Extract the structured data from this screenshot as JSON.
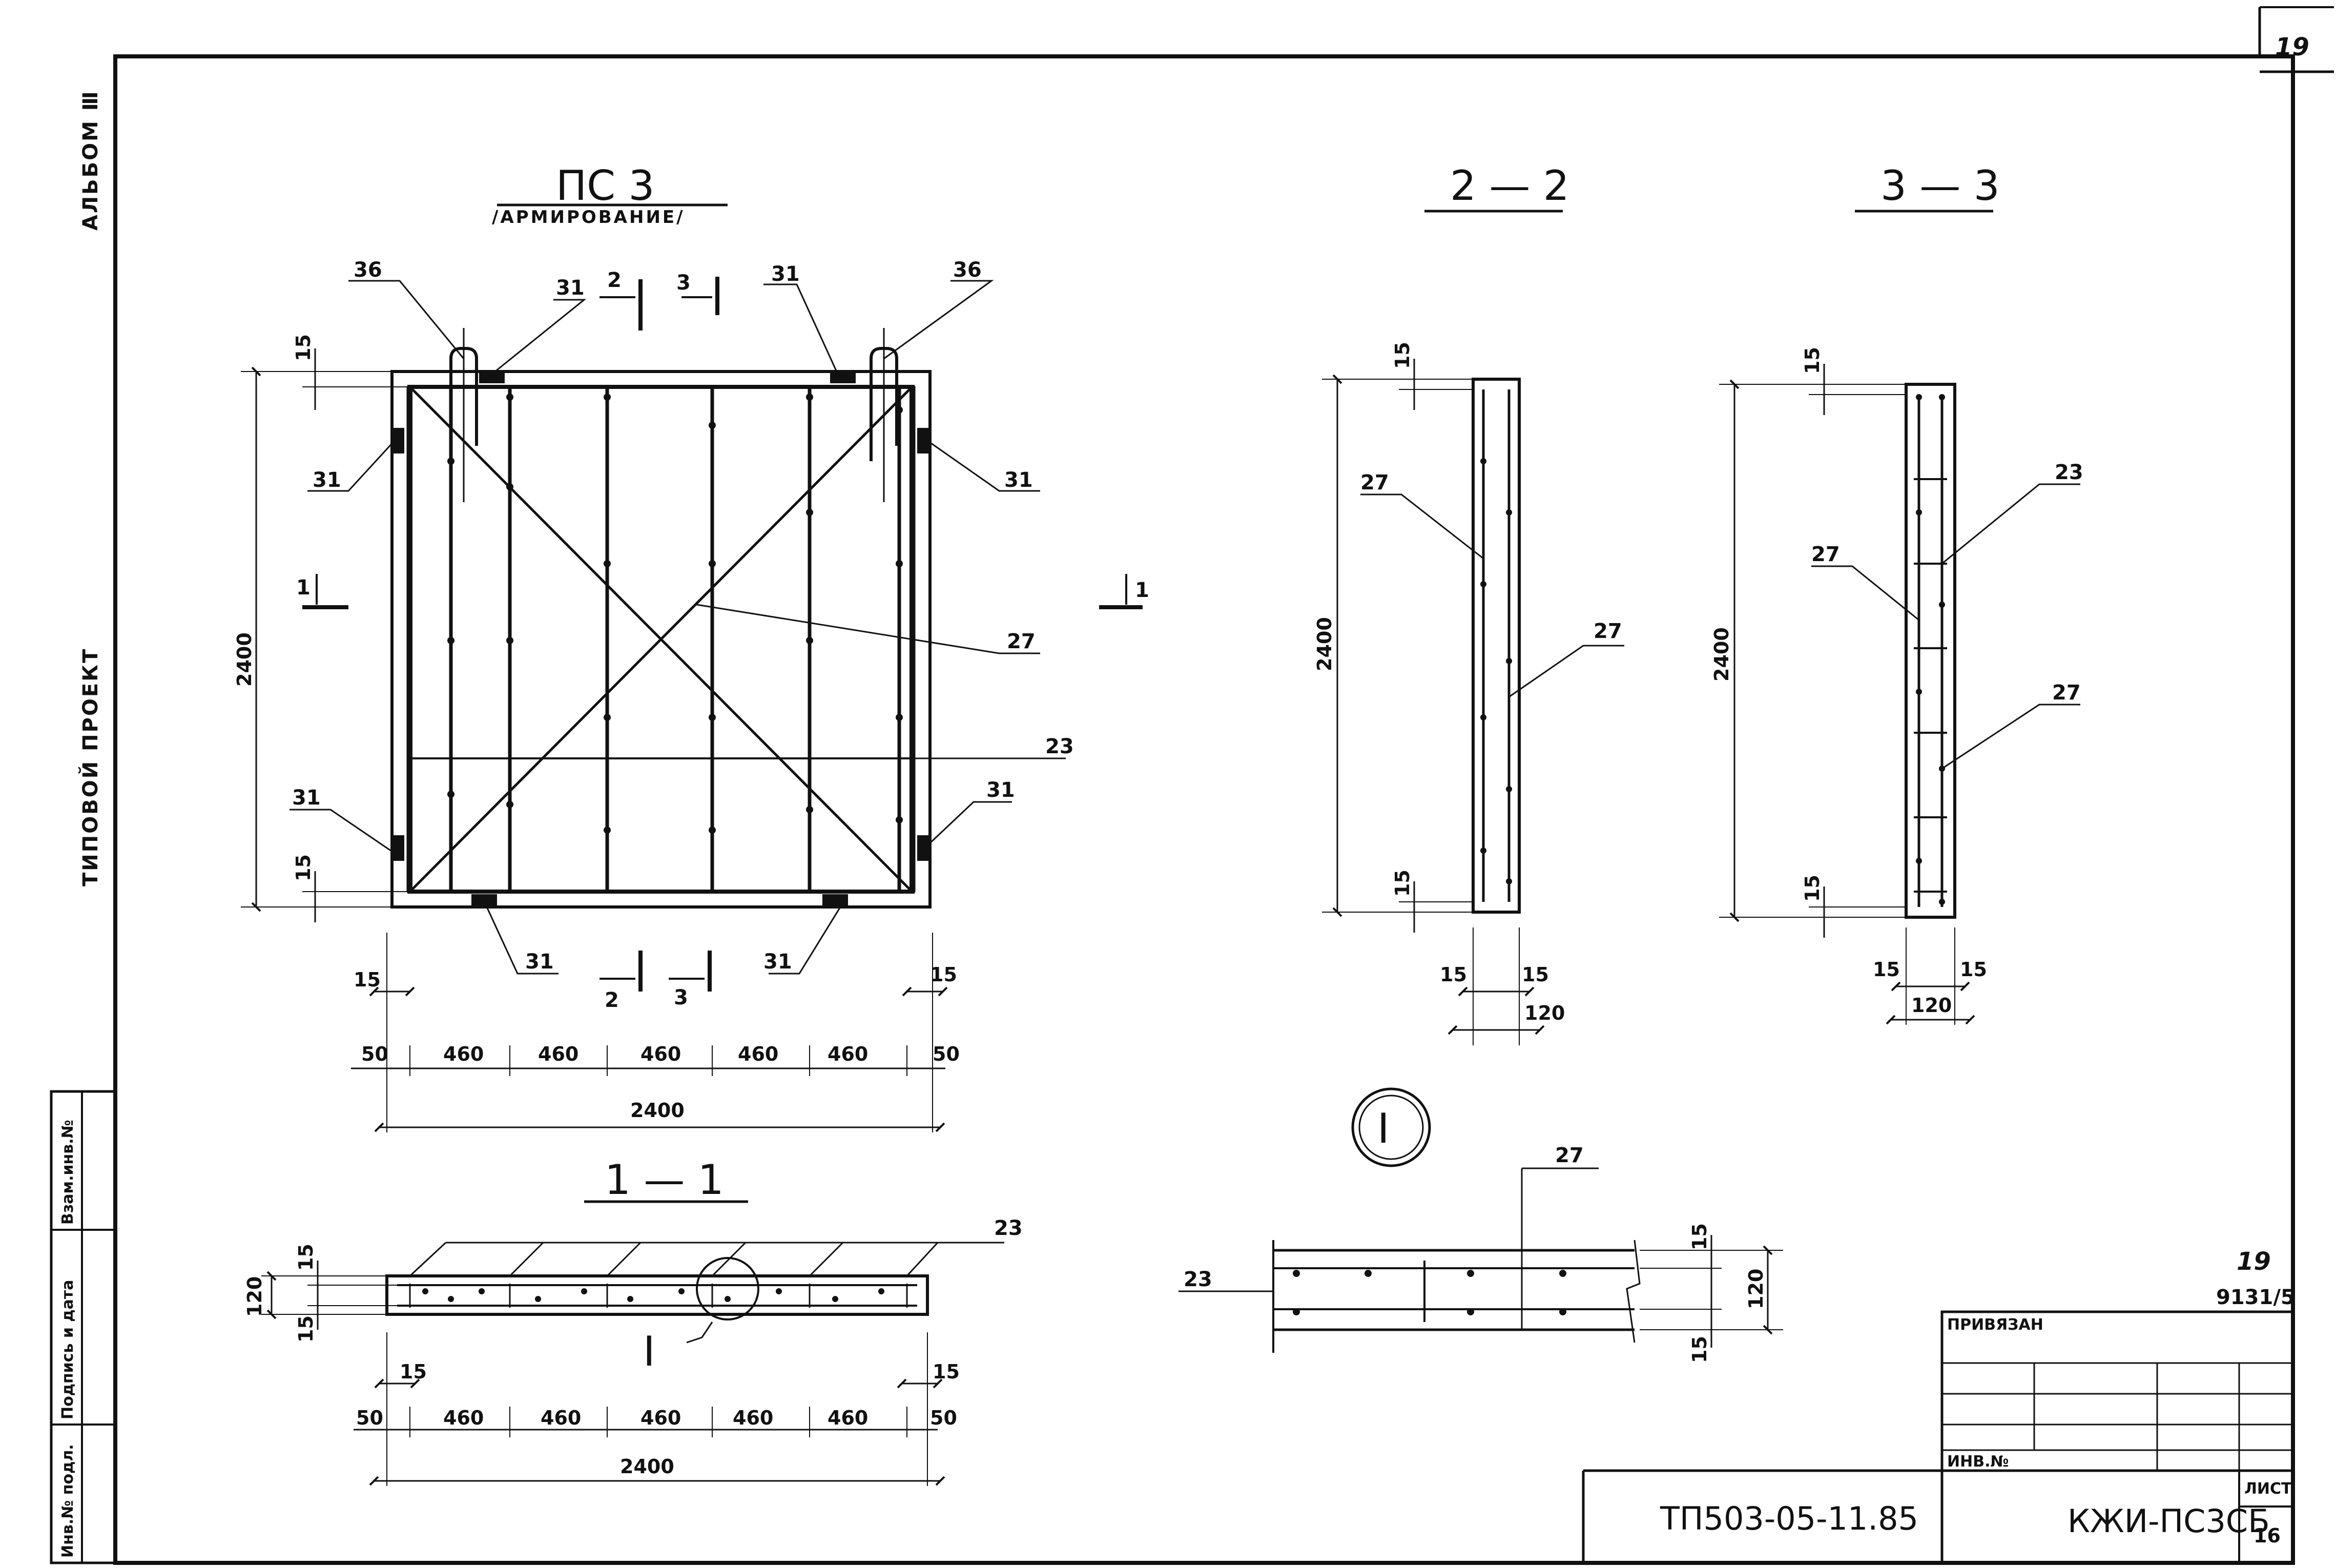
{
  "sheet": {
    "corner_number": "19"
  },
  "side_labels": {
    "album": "АЛЬБОМ Ⅲ",
    "project": "ТИПОВОЙ ПРОЕКТ"
  },
  "stamp": {
    "inv_orig": "Инв.№ подл.",
    "sign_date": "Подпись и дата",
    "vzam_inv": "Взам.инв.№"
  },
  "title_block": {
    "attached": "ПРИВЯЗАН",
    "inv_no": "ИНВ.№",
    "sheet_label": "ЛИСТ",
    "sheet_value": "16",
    "project_code": "ТП503-05-11.85",
    "doc_code": "КЖИ-ПС3СБ",
    "sheet_num_handwritten": "19",
    "ref_number": "9131/5"
  },
  "plan": {
    "title": "ПС 3",
    "subtitle": "/АРМИРОВАНИЕ/",
    "labels": {
      "n36": "36",
      "n31": "31",
      "n27": "27",
      "n23": "23"
    },
    "cuts": {
      "c1": "1",
      "c2": "2",
      "c3": "3"
    },
    "dims": {
      "d15": "15",
      "d50": "50",
      "d460": "460",
      "d2400": "2400"
    }
  },
  "section_2_2": {
    "title": "2 — 2",
    "n27": "27",
    "d15": "15",
    "d120": "120",
    "d2400": "2400"
  },
  "section_3_3": {
    "title": "3 — 3",
    "n23": "23",
    "n27": "27",
    "d15": "15",
    "d120": "120",
    "d2400": "2400"
  },
  "section_1_1": {
    "title": "1 — 1",
    "n23": "23",
    "callout": "I",
    "d120": "120",
    "d15": "15",
    "d50": "50",
    "d460": "460",
    "d2400": "2400"
  },
  "detail_I": {
    "marker": "I",
    "n27": "27",
    "n23": "23",
    "d15": "15",
    "d120": "120"
  }
}
